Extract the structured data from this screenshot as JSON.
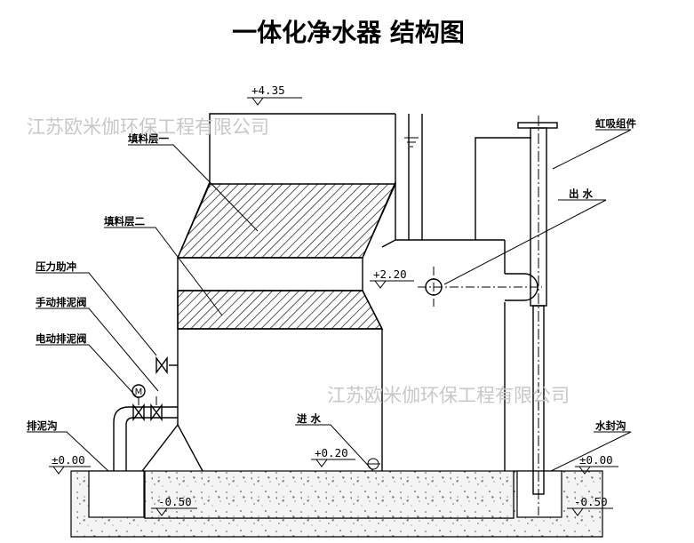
{
  "title": "一体化净水器 结构图",
  "watermarks": [
    "江苏欧米伽环保工程有限公司",
    "江苏欧米伽环保工程有限公司"
  ],
  "labels": {
    "media_layer_1": "填料层一",
    "media_layer_2": "填料层二",
    "pressure_flush": "压力助冲",
    "manual_valve": "手动排泥阀",
    "electric_valve": "电动排泥阀",
    "sludge_trench": "排泥沟",
    "inlet": "进 水",
    "outlet": "出 水",
    "siphon": "虹吸组件",
    "water_seal": "水封沟",
    "motor": "M"
  },
  "elevations": {
    "top": "+4.35",
    "outlet": "+2.20",
    "inlet": "+0.20",
    "ground_left": "±0.00",
    "ground_right": "±0.00",
    "trench_left": "-0.50",
    "trench_right": "-0.50"
  }
}
